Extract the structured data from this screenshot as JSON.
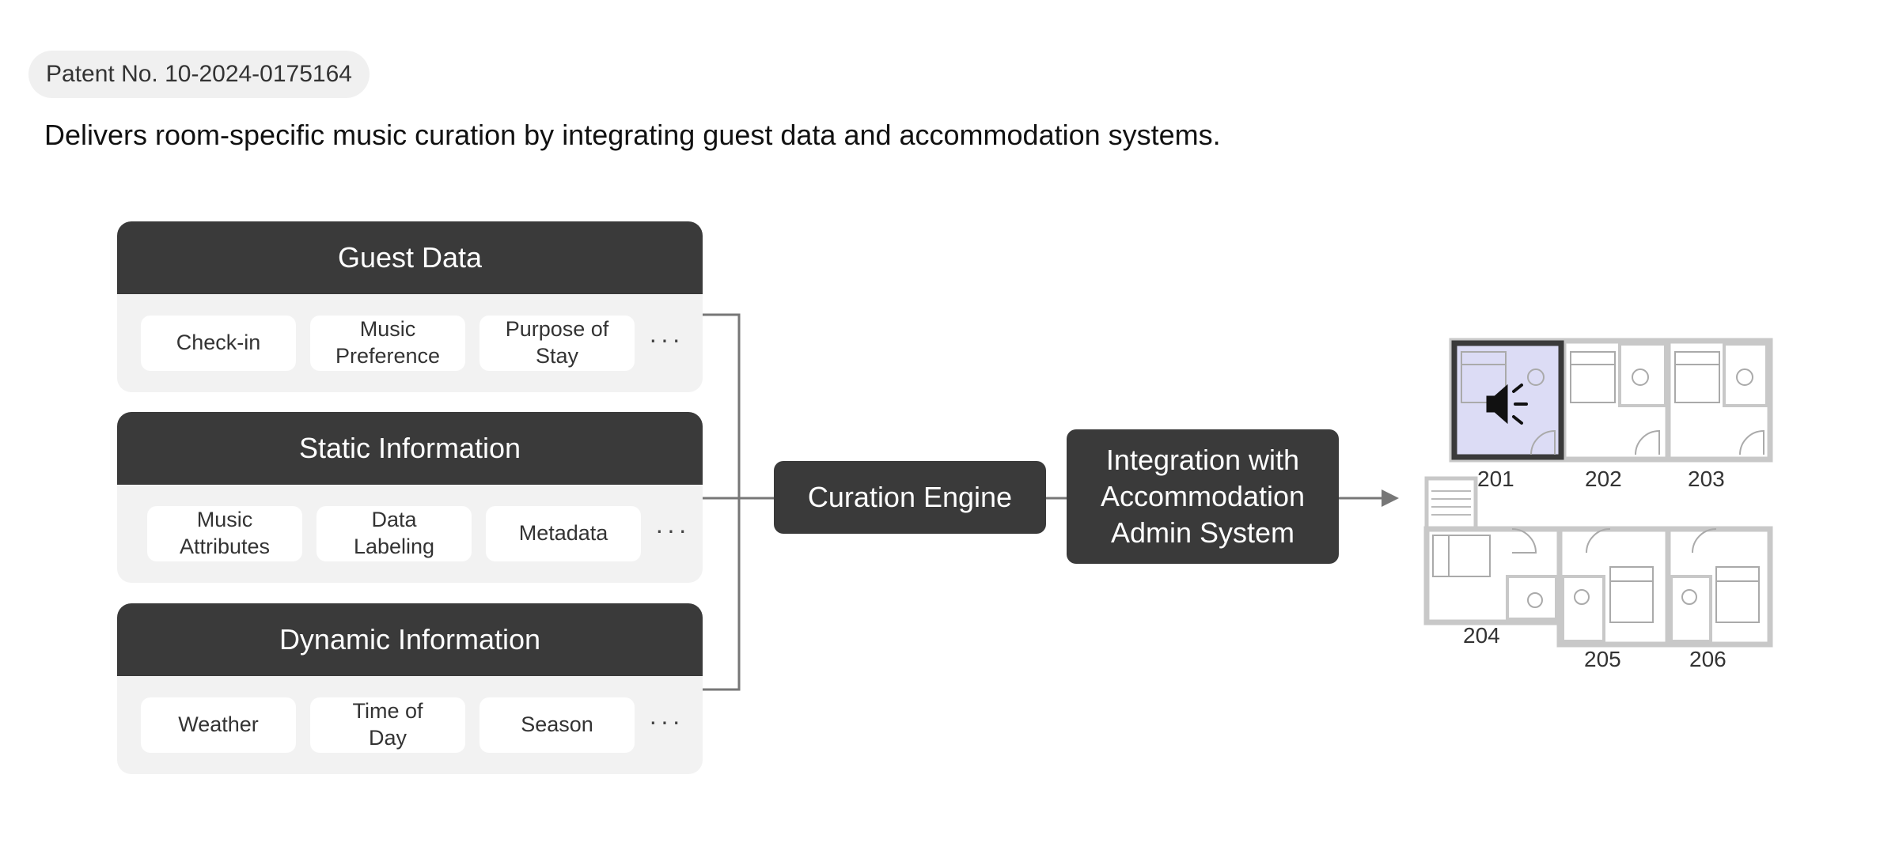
{
  "header": {
    "patent_badge": "Patent No. 10-2024-0175164",
    "subtitle": "Delivers room-specific music curation by integrating guest data and accommodation systems."
  },
  "groups": [
    {
      "title": "Guest Data",
      "items": [
        "Check-in",
        "Music\nPreference",
        "Purpose of\nStay"
      ],
      "more": "···"
    },
    {
      "title": "Static Information",
      "items": [
        "Music\nAttributes",
        "Data\nLabeling",
        "Metadata"
      ],
      "more": "···"
    },
    {
      "title": "Dynamic Information",
      "items": [
        "Weather",
        "Time of\nDay",
        "Season"
      ],
      "more": "···"
    }
  ],
  "flow": {
    "engine_label": "Curation Engine",
    "integration_label": "Integration with\nAccommodation\nAdmin System"
  },
  "floorplan": {
    "rooms": [
      "201",
      "202",
      "203",
      "204",
      "205",
      "206"
    ],
    "highlight_room": "201",
    "icon": "speaker-icon",
    "highlight_color": "#dcdcf5"
  }
}
